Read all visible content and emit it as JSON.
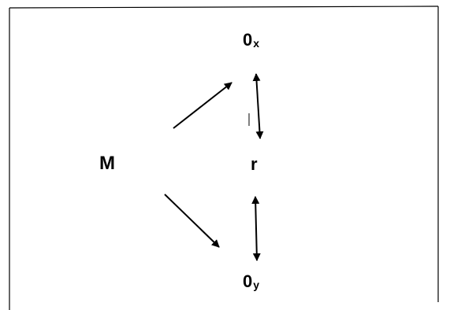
{
  "diagram": {
    "nodes": {
      "ox": {
        "main": "0",
        "sub": "x"
      },
      "oy": {
        "main": "0",
        "sub": "y"
      },
      "m": "M",
      "r": "r"
    },
    "edges": [
      {
        "from": "m",
        "to": "ox",
        "direction": "one-way"
      },
      {
        "from": "m",
        "to": "oy",
        "direction": "one-way"
      },
      {
        "from": "ox",
        "to": "r",
        "direction": "two-way"
      },
      {
        "from": "r",
        "to": "oy",
        "direction": "two-way"
      }
    ],
    "colors": {
      "stroke": "#000000",
      "background": "#ffffff"
    }
  }
}
